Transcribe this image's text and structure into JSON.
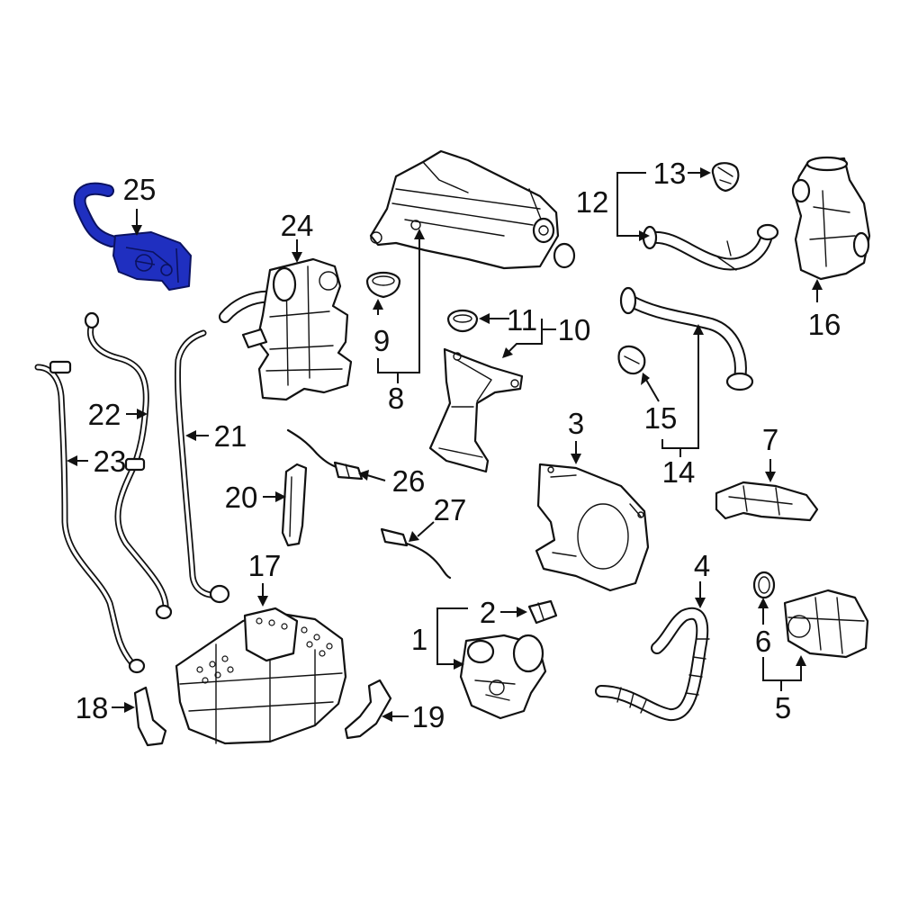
{
  "colors": {
    "highlight": "#1f2fc0",
    "line": "#111111",
    "background": "#ffffff"
  },
  "highlighted_part": "25",
  "callouts": {
    "c1": "1",
    "c2": "2",
    "c3": "3",
    "c4": "4",
    "c5": "5",
    "c6": "6",
    "c7": "7",
    "c8": "8",
    "c9": "9",
    "c10": "10",
    "c11": "11",
    "c12": "12",
    "c13": "13",
    "c14": "14",
    "c15": "15",
    "c16": "16",
    "c17": "17",
    "c18": "18",
    "c19": "19",
    "c20": "20",
    "c21": "21",
    "c22": "22",
    "c23": "23",
    "c24": "24",
    "c25": "25",
    "c26": "26",
    "c27": "27"
  }
}
